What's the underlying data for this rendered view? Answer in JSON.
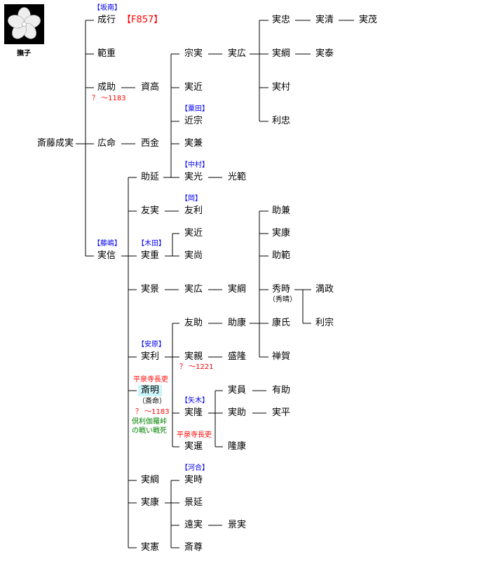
{
  "crest": {
    "label": "撫子"
  },
  "root": "斎藤成実",
  "names": {
    "c1_naruyuki": "成行",
    "c1_norishige": "範重",
    "c1_narisuke": "成助",
    "c1_hiromei": "広命",
    "c1_sanenobu": "実信",
    "c2_shikou": "資高",
    "c2_saikin": "西金",
    "c2_sukenobu": "助延",
    "c2_tomozane": "友実",
    "c2_saneshige": "実重",
    "c2_sanekage": "実景",
    "c2_sanetoshi": "実利",
    "c2_saimei": "斎明",
    "c2_sanetsuna": "実綱",
    "c2_saneyasu": "実康",
    "c2_sanenori": "実憲",
    "c3_munezane": "宗実",
    "c3_sanechika": "実近",
    "c3_chikamune": "近宗",
    "c3_sanekane": "実兼",
    "c3_sanemitsu": "実光",
    "c3_tomotoshi": "友利",
    "c3_sanechika2": "実近",
    "c3_sanehisa": "実尚",
    "c3_sanehiro": "実広",
    "c3_tomosuke": "友助",
    "c3_sanechika3": "実親",
    "c3_sanetaka": "実隆",
    "c3_sanesen": "実暹",
    "c3_sanetoki": "実時",
    "c3_kagenobu": "景延",
    "c3_tozane": "遠実",
    "c3_saison": "斎尊",
    "c4_sanehiro": "実広",
    "c4_mitsunori": "光範",
    "c4_sanetsuna": "実綱",
    "c4_sukeyasu": "助康",
    "c4_moritaka": "盛隆",
    "c4_sanekazu": "実員",
    "c4_sanesuke": "実助",
    "c4_takayasu": "隆康",
    "c4_kagezane": "景実",
    "c5_sanetada": "実忠",
    "c5_sanetsuna": "実綱",
    "c5_sanemura": "実村",
    "c5_toshitada": "利忠",
    "c5_sukekane": "助兼",
    "c5_saneyasu": "実康",
    "c5_sukenori": "助範",
    "c5_hidetoki": "秀時",
    "c5_yasuuji": "康氏",
    "c5_zenga": "禅賀",
    "c5_arisuke": "有助",
    "c5_sanehira": "実平",
    "c6_sanekiyo": "実清",
    "c6_sanetai": "実泰",
    "c6_mitsumasa": "満政",
    "c6_toshimune": "利宗",
    "c7_sanemochi": "実茂"
  },
  "notes": {
    "sakanami": "【坂南】",
    "f857": "【F857】",
    "narisuke_dates": "？ ～1183",
    "awata": "【粟田】",
    "nakamura": "【中村】",
    "oka": "【岡】",
    "fujishima": "【藤嶋】",
    "kida": "【木田】",
    "yasuhara": "【安原】",
    "sanechika_dates": "？ ～1221",
    "heisenji1": "平泉寺長吏",
    "saimei_alt": "（斎命）",
    "saimei_dates": "？ ～1183",
    "kurikara1": "倶利伽羅峠",
    "kurikara2": "の戦い戦死",
    "yagi": "【矢木】",
    "heisenji2": "平泉寺長吏",
    "kawai": "【河合】",
    "hidetoki_alt": "（秀晴）"
  },
  "colors": {
    "clan": "#0000ee",
    "note": "#ff0000",
    "death": "#008000",
    "highlight": "#ccf5fa"
  }
}
